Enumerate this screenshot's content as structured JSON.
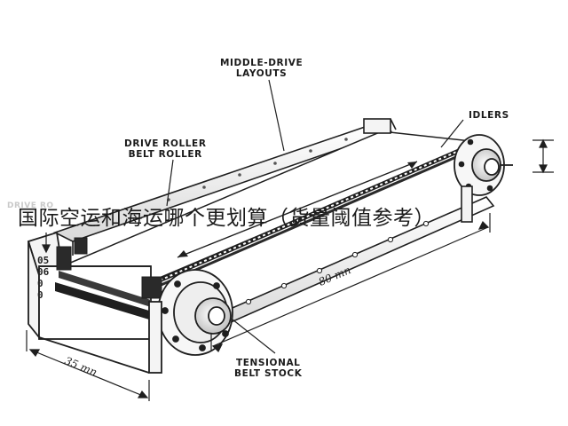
{
  "labels": {
    "middle_drive": [
      "MIDDLE-DRIVE",
      "LAYOUTS"
    ],
    "drive_roller": [
      "DRIVE ROLLER",
      "BELT ROLLER"
    ],
    "idlers": "IDLERS",
    "tensional": [
      "TENSIONAL",
      "BELT STOCK"
    ]
  },
  "dimensions": {
    "width": "35 mn",
    "length": "80 mn"
  },
  "side_marks": [
    "05",
    "06",
    "0",
    "0"
  ],
  "overlay_text": "国际空运和海运哪个更划算（货量阈值参考）",
  "ghost_text": "DRIVE RO",
  "colors": {
    "line": "#1f1f1f",
    "belt": "#2a2a2a",
    "frame_fill": "#f4f4f4",
    "background": "#ffffff"
  }
}
